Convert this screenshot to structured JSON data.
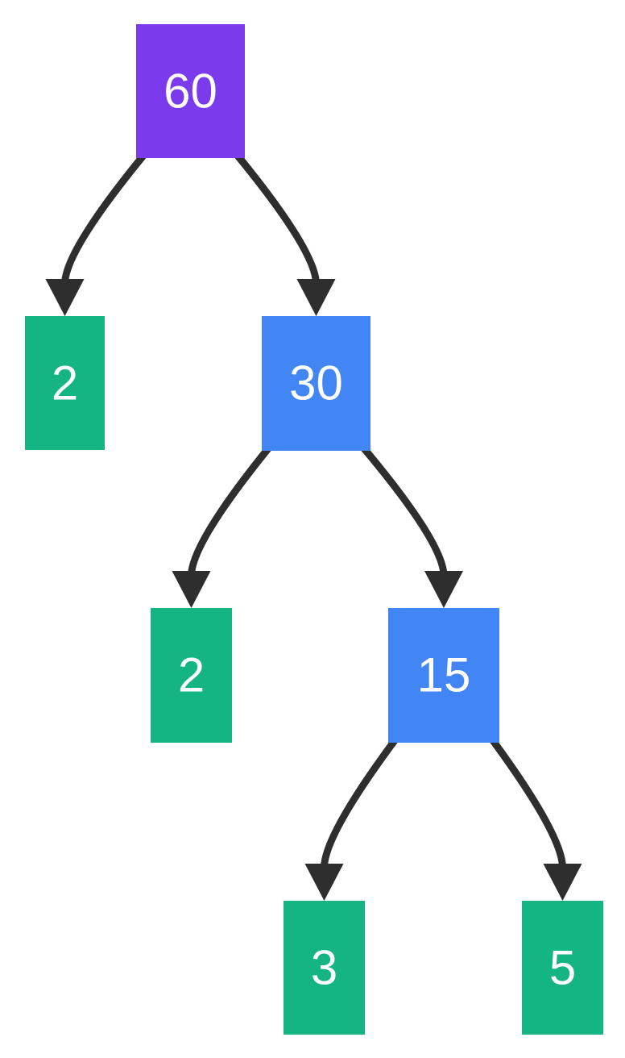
{
  "diagram": {
    "kind": "factor-tree",
    "root_value": "60",
    "colors": {
      "root_node": "#7c3aed",
      "composite_node": "#4285f4",
      "prime_node": "#14b483",
      "arrow": "#2e2e2e",
      "node_text": "#ffffff",
      "background": "#ffffff"
    },
    "nodes": [
      {
        "id": "n60",
        "label": "60",
        "type": "root",
        "parent": null
      },
      {
        "id": "n2a",
        "label": "2",
        "type": "prime",
        "parent": "n60"
      },
      {
        "id": "n30",
        "label": "30",
        "type": "composite",
        "parent": "n60"
      },
      {
        "id": "n2b",
        "label": "2",
        "type": "prime",
        "parent": "n30"
      },
      {
        "id": "n15",
        "label": "15",
        "type": "composite",
        "parent": "n30"
      },
      {
        "id": "n3",
        "label": "3",
        "type": "prime",
        "parent": "n15"
      },
      {
        "id": "n5",
        "label": "5",
        "type": "prime",
        "parent": "n15"
      }
    ],
    "edges": [
      {
        "from": "n60",
        "to": "n2a"
      },
      {
        "from": "n60",
        "to": "n30"
      },
      {
        "from": "n30",
        "to": "n2b"
      },
      {
        "from": "n30",
        "to": "n15"
      },
      {
        "from": "n15",
        "to": "n3"
      },
      {
        "from": "n15",
        "to": "n5"
      }
    ]
  }
}
